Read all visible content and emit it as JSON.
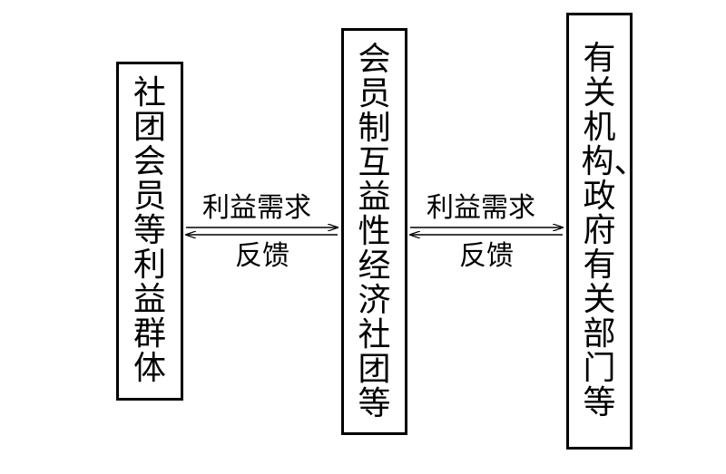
{
  "boxes": {
    "left": "社团会员等利益群体",
    "middle": "会员制互益性经济社团等",
    "right": "有关机构、政府有关部门等"
  },
  "links": {
    "left": {
      "top_label": "利益需求",
      "bottom_label": "反馈"
    },
    "right": {
      "top_label": "利益需求",
      "bottom_label": "反馈"
    }
  }
}
